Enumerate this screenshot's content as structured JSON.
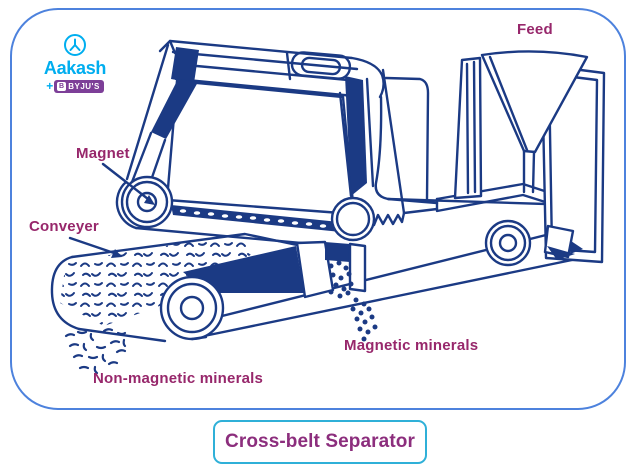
{
  "brand": {
    "logo_text": "Aakash",
    "plus_sign": "+",
    "byju_square_letter": "B",
    "byjus_text": "BYJU'S"
  },
  "diagram_labels": {
    "feed": "Feed",
    "magnet": "Magnet",
    "conveyer": "Conveyer",
    "magnetic_minerals": "Magnetic minerals",
    "non_magnetic_minerals": "Non-magnetic minerals"
  },
  "caption": {
    "title": "Cross-belt Separator"
  },
  "colors": {
    "line_navy": "#1b3a84",
    "label_purple": "#97276b",
    "title_purple": "#8c2e7d",
    "brand_cyan": "#00aeef",
    "badge_purple": "#7d3f98",
    "card_border_blue": "#4d82dd",
    "caption_border_cyan": "#2fb0d8"
  }
}
